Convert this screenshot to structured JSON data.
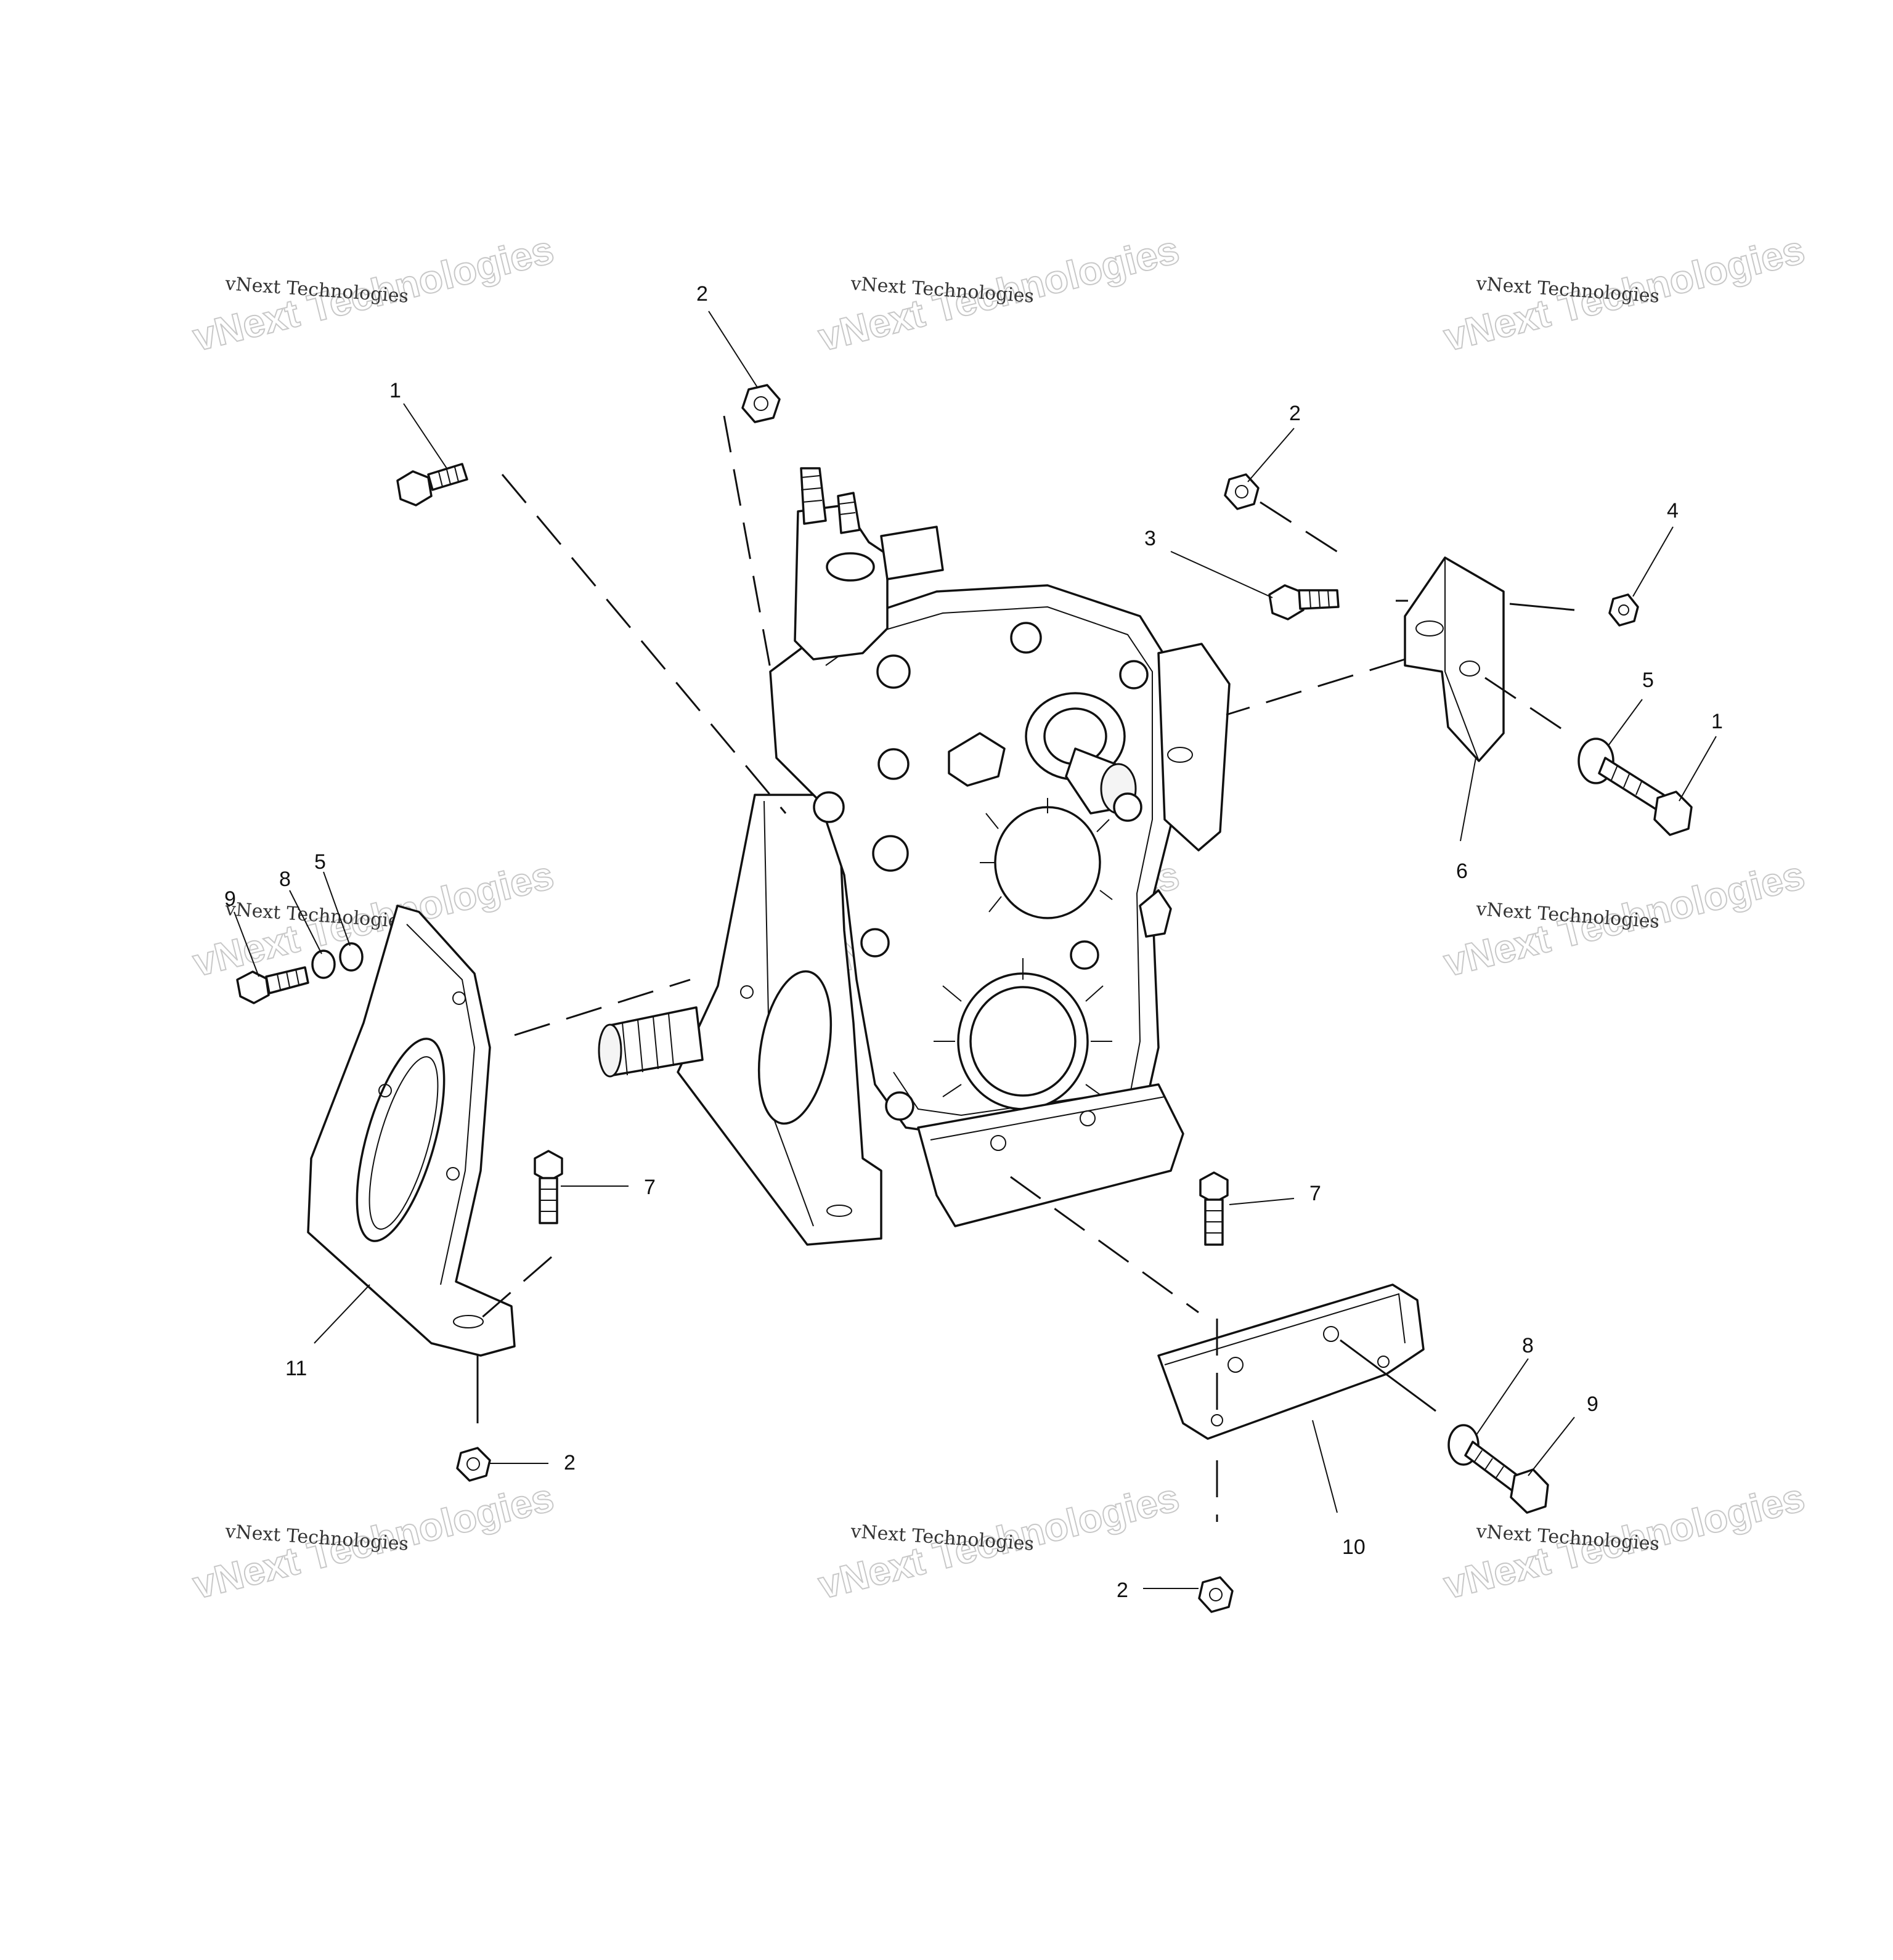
{
  "diagram": {
    "callouts": [
      "1",
      "2",
      "2",
      "3",
      "4",
      "5",
      "1",
      "6",
      "9",
      "8",
      "5",
      "7",
      "7",
      "11",
      "2",
      "8",
      "9",
      "10",
      "2"
    ],
    "watermark_short": "vNext Technologies",
    "watermark_brand": "vNext Technologies",
    "line_color": "#111111",
    "background_color": "#ffffff"
  }
}
